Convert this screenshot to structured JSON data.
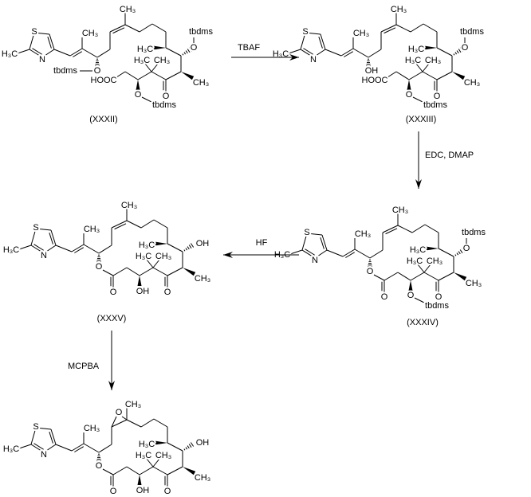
{
  "reagents": {
    "step1": "TBAF",
    "step2": "EDC, DMAP",
    "step3": "HF",
    "step4": "MCPBA"
  },
  "atoms": {
    "S": "S",
    "N": "N",
    "O": "O",
    "H3C": "H₃C",
    "CH3": "CH₃",
    "OH": "OH",
    "HOOC": "HOOC",
    "tbdms": "tbdms"
  },
  "compounds": [
    {
      "name": "(XXXII)",
      "variant": "acid-protected"
    },
    {
      "name": "(XXXIII)",
      "variant": "acid-hydroxy"
    },
    {
      "name": "(XXXIV)",
      "variant": "lactone-protected"
    },
    {
      "name": "(XXXV)",
      "variant": "lactone-diol"
    },
    {
      "name": "",
      "variant": "epoxide-diol"
    }
  ]
}
